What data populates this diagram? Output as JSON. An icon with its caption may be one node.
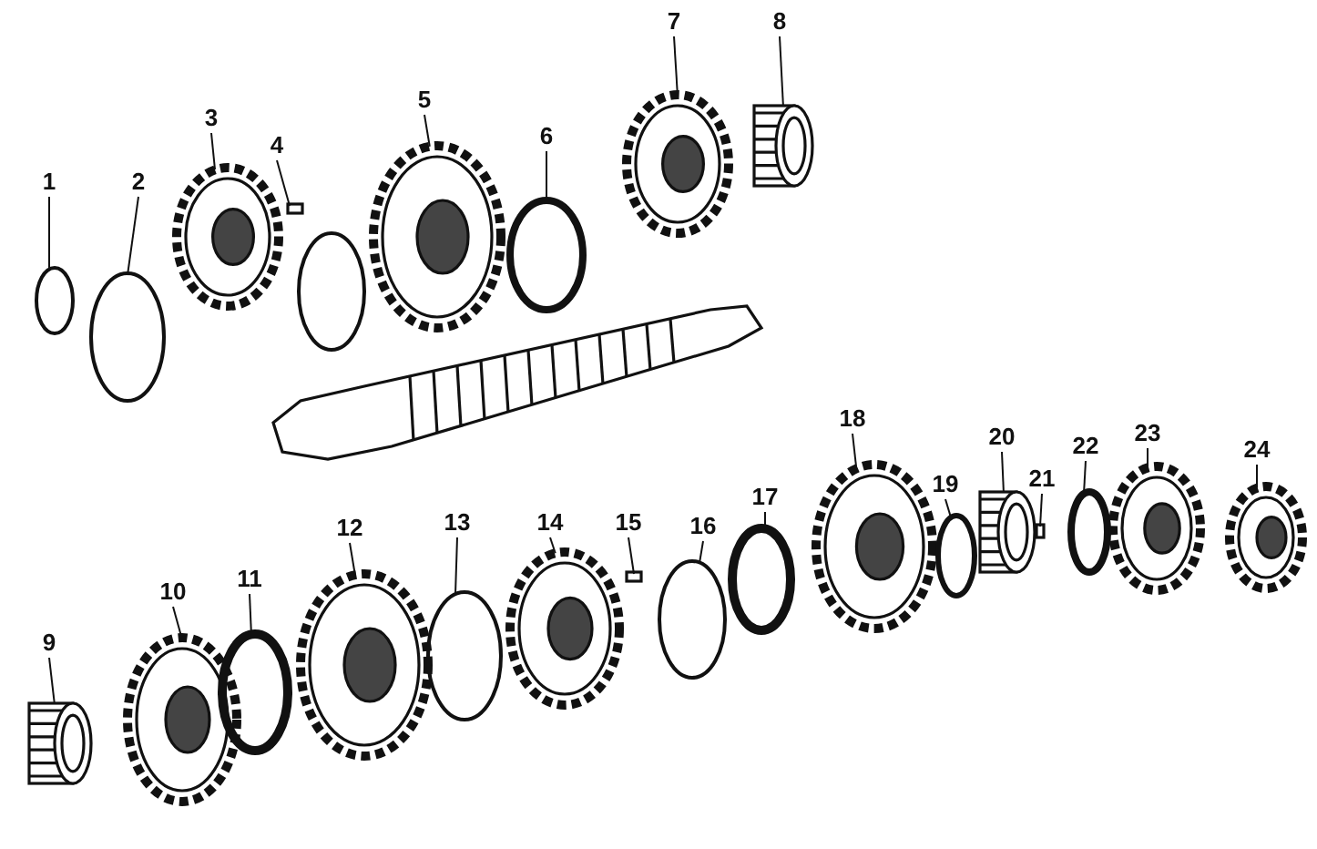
{
  "diagram": {
    "nodes": [
      {
        "text": [
          "1"
        ]
      },
      {
        "text": [
          "2"
        ]
      },
      {
        "text": [
          "3"
        ]
      },
      {
        "text": [
          "4"
        ]
      },
      {
        "text": [
          "5"
        ]
      },
      {
        "text": [
          "6"
        ]
      },
      {
        "text": [
          "7"
        ]
      },
      {
        "text": [
          "8"
        ]
      },
      {
        "text": [
          "9"
        ]
      },
      {
        "text": [
          "10"
        ]
      },
      {
        "text": [
          "11"
        ]
      },
      {
        "text": [
          "12"
        ]
      },
      {
        "text": [
          "13"
        ]
      },
      {
        "text": [
          "14"
        ]
      },
      {
        "text": [
          "15"
        ]
      },
      {
        "text": [
          "16"
        ]
      },
      {
        "text": [
          "17"
        ]
      },
      {
        "text": [
          "18"
        ]
      },
      {
        "text": [
          "19"
        ]
      },
      {
        "text": [
          "20"
        ]
      },
      {
        "text": [
          "21"
        ]
      },
      {
        "text": [
          "22"
        ]
      },
      {
        "text": [
          "23"
        ]
      },
      {
        "text": [
          "24"
        ]
      },
      {
        "text": [],
        "shape": "circle"
      },
      {
        "text": [],
        "shape": "circle"
      },
      {
        "text": [],
        "shape": "picture"
      },
      {
        "text": [],
        "shape": "box"
      },
      {
        "text": [],
        "shape": "picture"
      },
      {
        "text": [],
        "shape": "circle"
      },
      {
        "text": [],
        "shape": "picture"
      },
      {
        "text": [],
        "shape": "picture"
      },
      {
        "text": [],
        "shape": "picture"
      },
      {
        "text": [],
        "shape": "picture"
      },
      {
        "text": [],
        "shape": "circle"
      },
      {
        "text": [],
        "shape": "picture"
      },
      {
        "text": [],
        "shape": "circle"
      },
      {
        "text": [],
        "shape": "picture"
      },
      {
        "text": [],
        "shape": "box"
      },
      {
        "text": [],
        "shape": "circle"
      },
      {
        "text": [],
        "shape": "circle"
      },
      {
        "text": [],
        "shape": "picture"
      },
      {
        "text": [],
        "shape": "circle"
      },
      {
        "text": [],
        "shape": "picture"
      },
      {
        "text": [],
        "shape": "box"
      },
      {
        "text": [],
        "shape": "circle"
      },
      {
        "text": [],
        "shape": "picture"
      },
      {
        "text": [],
        "shape": "picture"
      }
    ],
    "edges": [
      {
        "from": 0,
        "to": 24,
        "arrow": "none"
      },
      {
        "from": 1,
        "to": 25,
        "arrow": "none"
      },
      {
        "from": 2,
        "to": 26,
        "arrow": "none"
      },
      {
        "from": 3,
        "to": 27,
        "arrow": "none"
      },
      {
        "from": 4,
        "to": 28,
        "arrow": "none"
      },
      {
        "from": 5,
        "to": 29,
        "arrow": "none"
      },
      {
        "from": 6,
        "to": 30,
        "arrow": "none"
      },
      {
        "from": 7,
        "to": 31,
        "arrow": "none"
      },
      {
        "from": 8,
        "to": 32,
        "arrow": "none"
      },
      {
        "from": 9,
        "to": 33,
        "arrow": "none"
      },
      {
        "from": 10,
        "to": 34,
        "arrow": "none"
      },
      {
        "from": 11,
        "to": 35,
        "arrow": "none"
      },
      {
        "from": 12,
        "to": 36,
        "arrow": "none"
      },
      {
        "from": 13,
        "to": 37,
        "arrow": "none"
      },
      {
        "from": 14,
        "to": 38,
        "arrow": "none"
      },
      {
        "from": 15,
        "to": 39,
        "arrow": "none"
      },
      {
        "from": 16,
        "to": 40,
        "arrow": "none"
      },
      {
        "from": 17,
        "to": 41,
        "arrow": "none"
      },
      {
        "from": 18,
        "to": 42,
        "arrow": "none"
      },
      {
        "from": 19,
        "to": 43,
        "arrow": "none"
      },
      {
        "from": 20,
        "to": 44,
        "arrow": "none"
      },
      {
        "from": 21,
        "to": 45,
        "arrow": "none"
      },
      {
        "from": 22,
        "to": 46,
        "arrow": "none"
      },
      {
        "from": 23,
        "to": 47,
        "arrow": "none"
      }
    ]
  }
}
